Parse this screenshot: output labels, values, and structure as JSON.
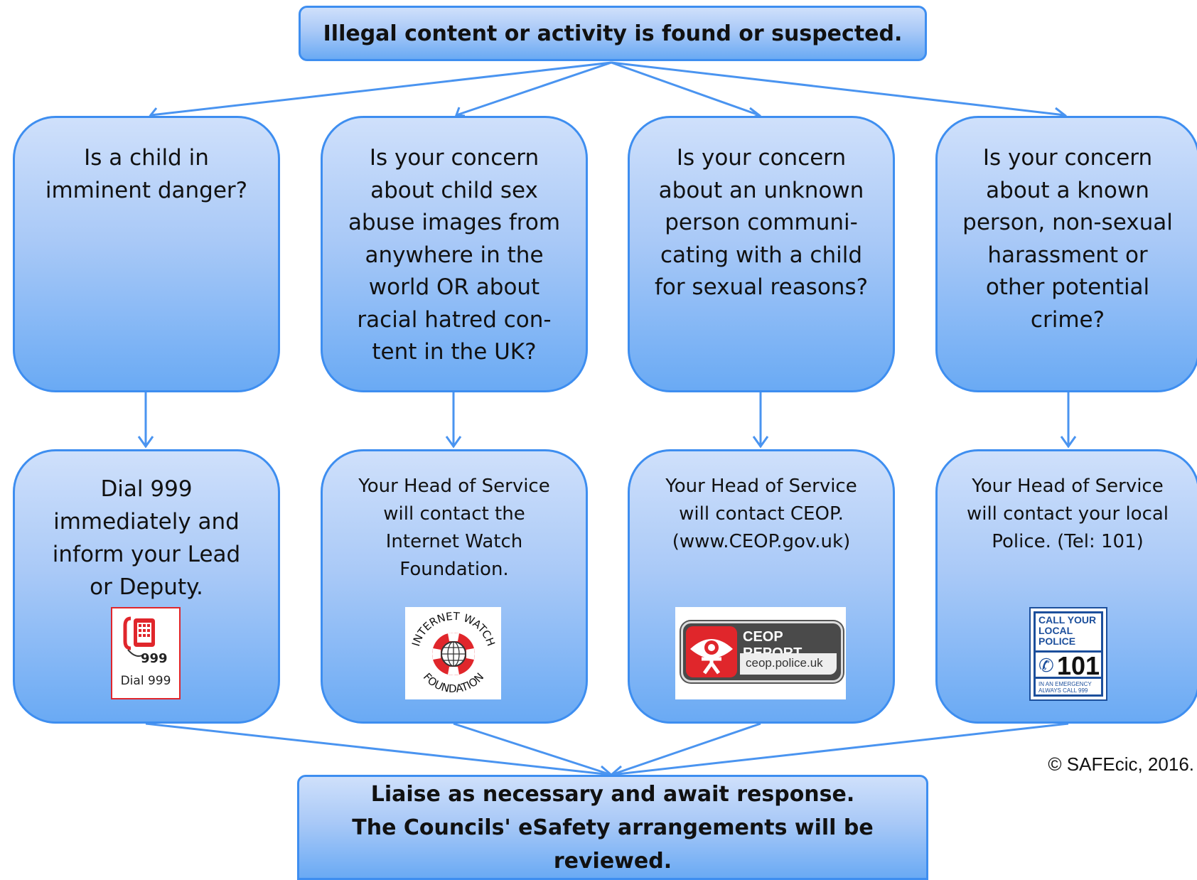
{
  "top": {
    "text": "Illegal content or activity is found or suspected."
  },
  "questions": [
    {
      "text": "Is a child in imminent danger?"
    },
    {
      "text": "Is your concern about child sex abuse images from anywhere in the world OR about racial hatred con-tent in the UK?"
    },
    {
      "text": "Is your concern about an unknown person communi-cating with a child for sexual reasons?"
    },
    {
      "text": "Is your concern about a known person, non-sexual harassment or other potential crime?"
    }
  ],
  "actions": [
    {
      "text": "Dial 999 immediately and inform your Lead or Deputy."
    },
    {
      "text": "Your Head of Service will contact the Internet Watch Foundation."
    },
    {
      "text": "Your Head of Service will contact CEOP. (www.CEOP.gov.uk)"
    },
    {
      "text": "Your Head of Service will contact your local Police. (Tel: 101)"
    }
  ],
  "logos": {
    "dial999": {
      "number": "999",
      "caption": "Dial 999"
    },
    "iwf": {
      "top_arc": "INTERNET WATCH",
      "bottom_arc": "FOUNDATION"
    },
    "ceop": {
      "title": "CEOP REPORT",
      "url": "ceop.police.uk"
    },
    "police101": {
      "line1": "CALL YOUR",
      "line2": "LOCAL",
      "line3": "POLICE",
      "number": "101",
      "footer1": "IN AN EMERGENCY",
      "footer2": "ALWAYS CALL 999"
    }
  },
  "bottom": {
    "line1": "Liaise as necessary and await response.",
    "line2": "The Councils' eSafety arrangements will be reviewed."
  },
  "copyright": "© SAFEcic, 2016.",
  "colors": {
    "box_border": "#3e8ef0",
    "box_top": "#cfe0fb",
    "box_bottom": "#6aaaf4",
    "connector": "#4a94f0",
    "ceop_red": "#e0262b",
    "police_blue": "#1c4f9c"
  }
}
